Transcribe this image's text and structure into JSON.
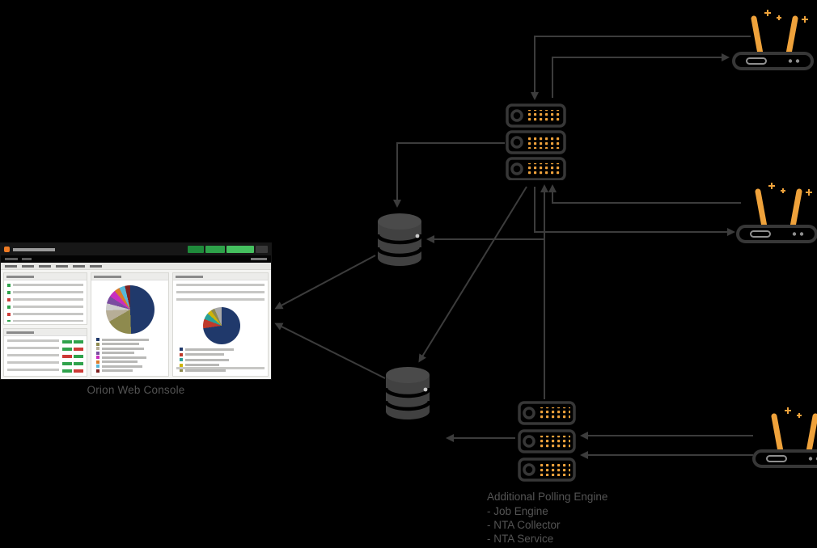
{
  "diagram": {
    "background_color": "#000000",
    "labels": {
      "web_console": "Orion Web Console",
      "additional_polling_engine": {
        "title": "Additional Polling Engine",
        "items": [
          "- Job Engine",
          "- NTA Collector",
          "- NTA Service"
        ]
      }
    },
    "nodes": [
      {
        "id": "netflow-device-top",
        "type": "wireless-router-icon"
      },
      {
        "id": "main-polling-engine",
        "type": "server-stack-icon"
      },
      {
        "id": "netflow-device-middle",
        "type": "wireless-router-icon"
      },
      {
        "id": "database-top",
        "type": "database-icon"
      },
      {
        "id": "database-bottom",
        "type": "database-icon"
      },
      {
        "id": "orion-web-console",
        "type": "dashboard-screenshot",
        "label": "Orion Web Console"
      },
      {
        "id": "additional-polling-engine",
        "type": "server-stack-icon",
        "label": "Additional Polling Engine"
      },
      {
        "id": "netflow-device-bottom",
        "type": "wireless-router-icon"
      }
    ],
    "colors": {
      "connector_line": "#3C3C3C",
      "icon_outline": "#373737",
      "accent_orange": "#EFA23B",
      "label_text": "#545454",
      "console_green": "#2EA24A",
      "status_green": "#2FA24B",
      "status_red": "#CD3A36"
    }
  }
}
